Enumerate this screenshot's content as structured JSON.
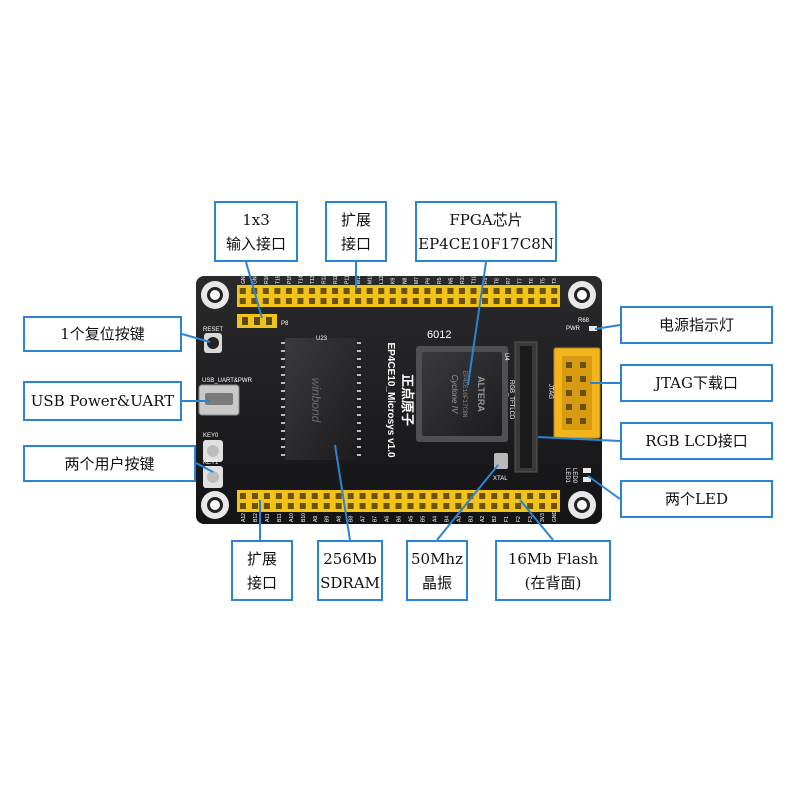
{
  "board": {
    "name": "EP4CE10_Microsys v1.0",
    "brand": "正点原子",
    "chip_brand": "ALTERA",
    "chip_model": "Cyclone IV",
    "chip_marking": "EP4CE10F17C8N",
    "sdram_brand": "winbond",
    "silk_labels": [
      "RESET",
      "USB_UART&PWR",
      "KEY0",
      "KEY1",
      "PWR",
      "JTAG",
      "XTAL",
      "LED0",
      "LED1",
      "RGB_TFTLCD",
      "U23",
      "U4",
      "R68",
      "P8",
      "6012"
    ],
    "top_header_pins": [
      "GND",
      "GND",
      "R16",
      "T15",
      "P15",
      "T14",
      "T13",
      "R12",
      "R11",
      "P11",
      "M12",
      "M11",
      "L12",
      "K9",
      "N8",
      "M7",
      "P6",
      "R5",
      "N5",
      "R10",
      "T10",
      "R9",
      "T8",
      "R7",
      "T7",
      "T6",
      "T5",
      "T3"
    ],
    "bottom_header_pins": [
      "A12",
      "B12",
      "A11",
      "B11",
      "A10",
      "B10",
      "A9",
      "B9",
      "A8",
      "B8",
      "A7",
      "B7",
      "A6",
      "B6",
      "A5",
      "B5",
      "A4",
      "B4",
      "A3",
      "B3",
      "A2",
      "B2",
      "F1",
      "F2",
      "F3",
      "3V3",
      "GND"
    ]
  },
  "callouts": {
    "input_port": [
      "1x3",
      "输入接口"
    ],
    "expansion_top": [
      "扩展",
      "接口"
    ],
    "fpga": [
      "FPGA芯片",
      "EP4CE10F17C8N"
    ],
    "reset": [
      "1个复位按键"
    ],
    "power_led": [
      "电源指示灯"
    ],
    "usb": [
      "USB Power&UART"
    ],
    "jtag": [
      "JTAG下载口"
    ],
    "rgb_lcd": [
      "RGB LCD接口"
    ],
    "user_keys": [
      "两个用户按键"
    ],
    "two_leds": [
      "两个LED"
    ],
    "expansion_bottom": [
      "扩展",
      "接口"
    ],
    "sdram": [
      "256Mb",
      "SDRAM"
    ],
    "crystal": [
      "50Mhz",
      "晶振"
    ],
    "flash": [
      "16Mb Flash",
      "(在背面)"
    ]
  },
  "colors": {
    "callout_border": "#2a84d6",
    "pcb": "#1c1c1e",
    "header_yellow": "#f2c318",
    "jtag_yellow": "#f2b51c",
    "leader": "#2a84d6"
  }
}
